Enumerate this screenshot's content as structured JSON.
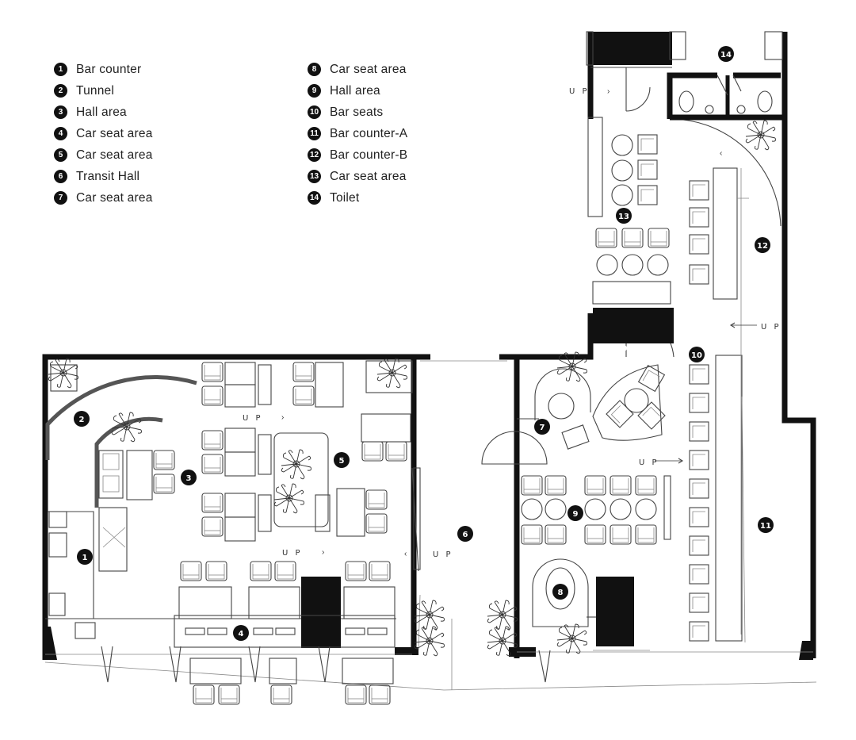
{
  "legend": {
    "items": [
      {
        "num": "1",
        "label": "Bar counter"
      },
      {
        "num": "2",
        "label": "Tunnel"
      },
      {
        "num": "3",
        "label": "Hall area"
      },
      {
        "num": "4",
        "label": "Car seat area"
      },
      {
        "num": "5",
        "label": "Car seat area"
      },
      {
        "num": "6",
        "label": "Transit Hall"
      },
      {
        "num": "7",
        "label": "Car seat area"
      },
      {
        "num": "8",
        "label": "Car seat area"
      },
      {
        "num": "9",
        "label": "Hall area"
      },
      {
        "num": "10",
        "label": "Bar seats"
      },
      {
        "num": "11",
        "label": "Bar counter-A"
      },
      {
        "num": "12",
        "label": "Bar counter-B"
      },
      {
        "num": "13",
        "label": "Car seat area"
      },
      {
        "num": "14",
        "label": "Toilet"
      }
    ]
  },
  "markers": {
    "up": "U P"
  },
  "colors": {
    "wall": "#111111",
    "line": "#444444",
    "background": "#ffffff"
  }
}
